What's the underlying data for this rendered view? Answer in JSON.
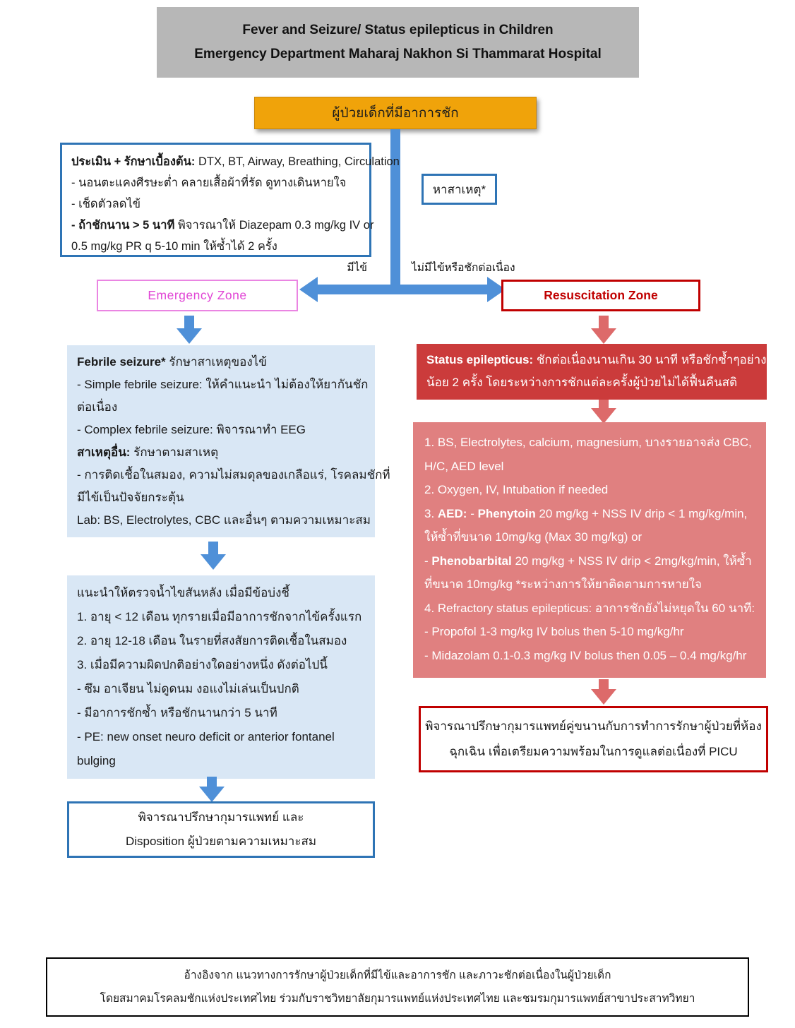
{
  "colors": {
    "header_gray": "#b7b7b7",
    "start_orange": "#f0a30a",
    "outline_blue": "#2e74b5",
    "arrow_blue": "#4f90d8",
    "fill_light_blue": "#d9e7f5",
    "emergency_zone_pink": "#e145d5",
    "resuscitation_dark_red": "#c00000",
    "status_box_red": "#cb3b3b",
    "treatment_box_light_red": "#e08080",
    "arrow_red": "#dd6a6a"
  },
  "header": {
    "line1": "Fever and Seizure/ Status epilepticus in Children",
    "line2": "Emergency Department Maharaj Nakhon Si Thammarat Hospital"
  },
  "start": {
    "label": "ผู้ป่วยเด็กที่มีอาการชัก"
  },
  "initial_care": {
    "lines": [
      [
        {
          "t": "ประเมิน + รักษาเบื้องต้น:",
          "b": true
        },
        {
          "t": " DTX, BT, Airway, Breathing, Circulation"
        }
      ],
      [
        {
          "t": "- นอนตะแคงศีรษะต่ำ คลายเสื้อผ้าที่รัด ดูทางเดินหายใจ"
        }
      ],
      [
        {
          "t": "- เช็ดตัวลดไข้"
        }
      ],
      [
        {
          "t": "- ถ้าชักนาน > 5 นาที",
          "b": true
        },
        {
          "t": " พิจารณาให้ Diazepam 0.3 mg/kg IV or"
        }
      ],
      [
        {
          "t": "0.5 mg/kg PR q 5-10 min ให้ซ้ำได้ 2 ครั้ง"
        }
      ]
    ]
  },
  "find_cause": {
    "label": "หาสาเหตุ*"
  },
  "branch_labels": {
    "fever": "มีไข้",
    "no_fever": "ไม่มีไข้หรือชักต่อเนื่อง"
  },
  "emergency_zone": {
    "label": "Emergency Zone"
  },
  "resuscitation_zone": {
    "label": "Resuscitation Zone"
  },
  "febrile_seizure": {
    "lines": [
      [
        {
          "t": "Febrile seizure*",
          "b": true
        },
        {
          "t": " รักษาสาเหตุของไข้"
        }
      ],
      [
        {
          "t": "- Simple febrile seizure: ให้คำแนะนำ ไม่ต้องให้ยากันชัก"
        }
      ],
      [
        {
          "t": "ต่อเนื่อง"
        }
      ],
      [
        {
          "t": "- Complex febrile seizure: พิจารณาทำ EEG"
        }
      ],
      [
        {
          "t": "สาเหตุอื่น:",
          "b": true
        },
        {
          "t": " รักษาตามสาเหตุ"
        }
      ],
      [
        {
          "t": "- การติดเชื้อในสมอง, ความไม่สมดุลของเกลือแร่, โรคลมชักที่"
        }
      ],
      [
        {
          "t": "มีไข้เป็นปัจจัยกระตุ้น"
        }
      ],
      [
        {
          "t": "Lab: BS, Electrolytes, CBC และอื่นๆ ตามความเหมาะสม"
        }
      ]
    ]
  },
  "lumbar_puncture": {
    "lines": [
      [
        {
          "t": "แนะนำให้ตรวจน้ำไขสันหลัง เมื่อมีข้อบ่งชี้"
        }
      ],
      [
        {
          "t": "1. อายุ < 12 เดือน ทุกรายเมื่อมีอาการชักจากไข้ครั้งแรก"
        }
      ],
      [
        {
          "t": "2. อายุ 12-18 เดือน ในรายที่สงสัยการติดเชื้อในสมอง"
        }
      ],
      [
        {
          "t": "3. เมื่อมีความผิดปกติอย่างใดอย่างหนึ่ง ดังต่อไปนี้"
        }
      ],
      [
        {
          "t": "- ซึม อาเจียน ไม่ดูดนม งอแงไม่เล่นเป็นปกติ"
        }
      ],
      [
        {
          "t": "- มีอาการชักซ้ำ หรือชักนานกว่า 5 นาที"
        }
      ],
      [
        {
          "t": "- PE: new onset neuro deficit or anterior fontanel"
        }
      ],
      [
        {
          "t": "bulging"
        }
      ]
    ]
  },
  "left_disposition": {
    "line1": "พิจารณาปรึกษากุมารแพทย์ และ",
    "line2": "Disposition ผู้ป่วยตามความเหมาะสม"
  },
  "status_epilepticus": {
    "lines": [
      [
        {
          "t": "Status epilepticus:",
          "b": true
        },
        {
          "t": " ชักต่อเนื่องนานเกิน 30 นาที หรือชักซ้ำๆอย่าง"
        }
      ],
      [
        {
          "t": "น้อย 2 ครั้ง โดยระหว่างการชักแต่ละครั้งผู้ป่วยไม่ได้ฟื้นคืนสติ"
        }
      ]
    ]
  },
  "treatment": {
    "lines": [
      [
        {
          "t": "1. BS, Electrolytes, calcium, magnesium, บางรายอาจส่ง CBC,"
        }
      ],
      [
        {
          "t": "H/C, AED level"
        }
      ],
      [
        {
          "t": "2. Oxygen, IV, Intubation if needed"
        }
      ],
      [
        {
          "t": "3. "
        },
        {
          "t": "AED:",
          "b": true
        },
        {
          "t": " - "
        },
        {
          "t": "Phenytoin",
          "b": true
        },
        {
          "t": " 20 mg/kg + NSS IV drip < 1 mg/kg/min,"
        }
      ],
      [
        {
          "t": "ให้ซ้ำที่ขนาด 10mg/kg (Max 30 mg/kg) or"
        }
      ],
      [
        {
          "t": "- "
        },
        {
          "t": "Phenobarbital",
          "b": true
        },
        {
          "t": " 20 mg/kg + NSS IV drip < 2mg/kg/min, ให้ซ้ำ"
        }
      ],
      [
        {
          "t": "ที่ขนาด 10mg/kg *ระหว่างการให้ยาติดตามการหายใจ"
        }
      ],
      [
        {
          "t": "4. Refractory status epilepticus: อาการชักยังไม่หยุดใน 60 นาที:"
        }
      ],
      [
        {
          "t": "- Propofol 1-3 mg/kg IV bolus then 5-10 mg/kg/hr"
        }
      ],
      [
        {
          "t": "- Midazolam 0.1-0.3 mg/kg IV bolus then 0.05 – 0.4 mg/kg/hr"
        }
      ]
    ]
  },
  "right_disposition": {
    "line1": "พิจารณาปรึกษากุมารแพทย์คู่ขนานกับการทำการรักษาผู้ป่วยที่ห้อง",
    "line2": "ฉุกเฉิน เพื่อเตรียมความพร้อมในการดูแลต่อเนื่องที่ PICU"
  },
  "footer": {
    "line1": "อ้างอิงจาก แนวทางการรักษาผู้ป่วยเด็กที่มีไข้และอาการชัก และภาวะชักต่อเนื่องในผู้ป่วยเด็ก",
    "line2": "โดยสมาคมโรคลมชักแห่งประเทศไทย ร่วมกับราชวิทยาลัยกุมารแพทย์แห่งประเทศไทย และชมรมกุมารแพทย์สาขาประสาทวิทยา"
  }
}
